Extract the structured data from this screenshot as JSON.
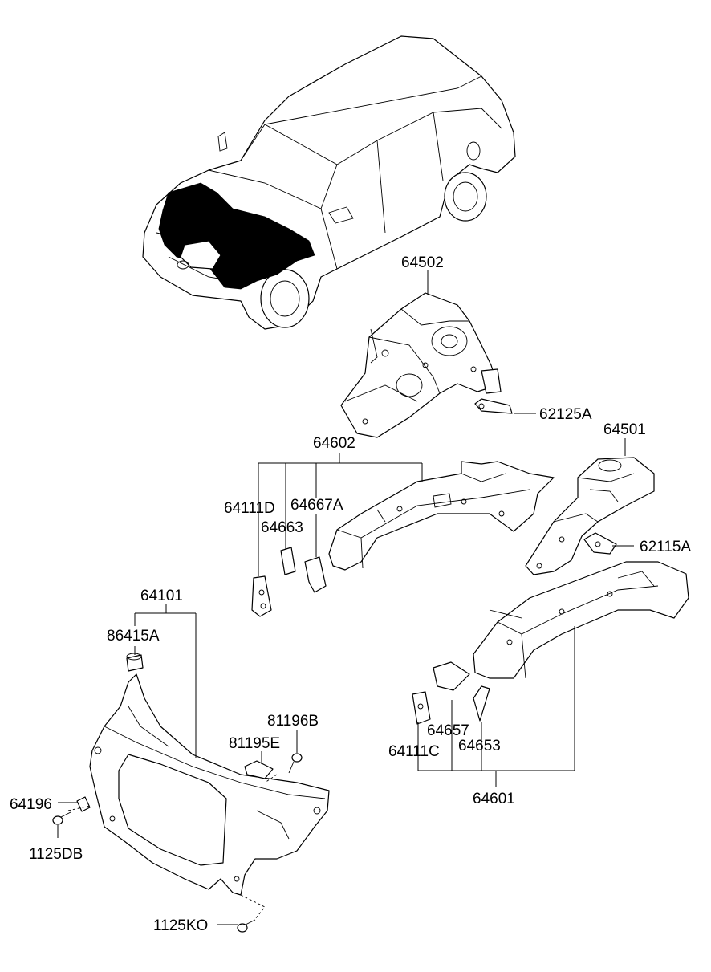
{
  "labels": {
    "p64502": "64502",
    "p62125A": "62125A",
    "p64501": "64501",
    "p64602": "64602",
    "p64111D": "64111D",
    "p64667A": "64667A",
    "p64663": "64663",
    "p62115A": "62115A",
    "p64101": "64101",
    "p86415A": "86415A",
    "p81196B": "81196B",
    "p81195E": "81195E",
    "p64196": "64196",
    "p1125DB": "1125DB",
    "p64657": "64657",
    "p64111C": "64111C",
    "p64653": "64653",
    "p64601": "64601",
    "p1125KO": "1125KO"
  }
}
